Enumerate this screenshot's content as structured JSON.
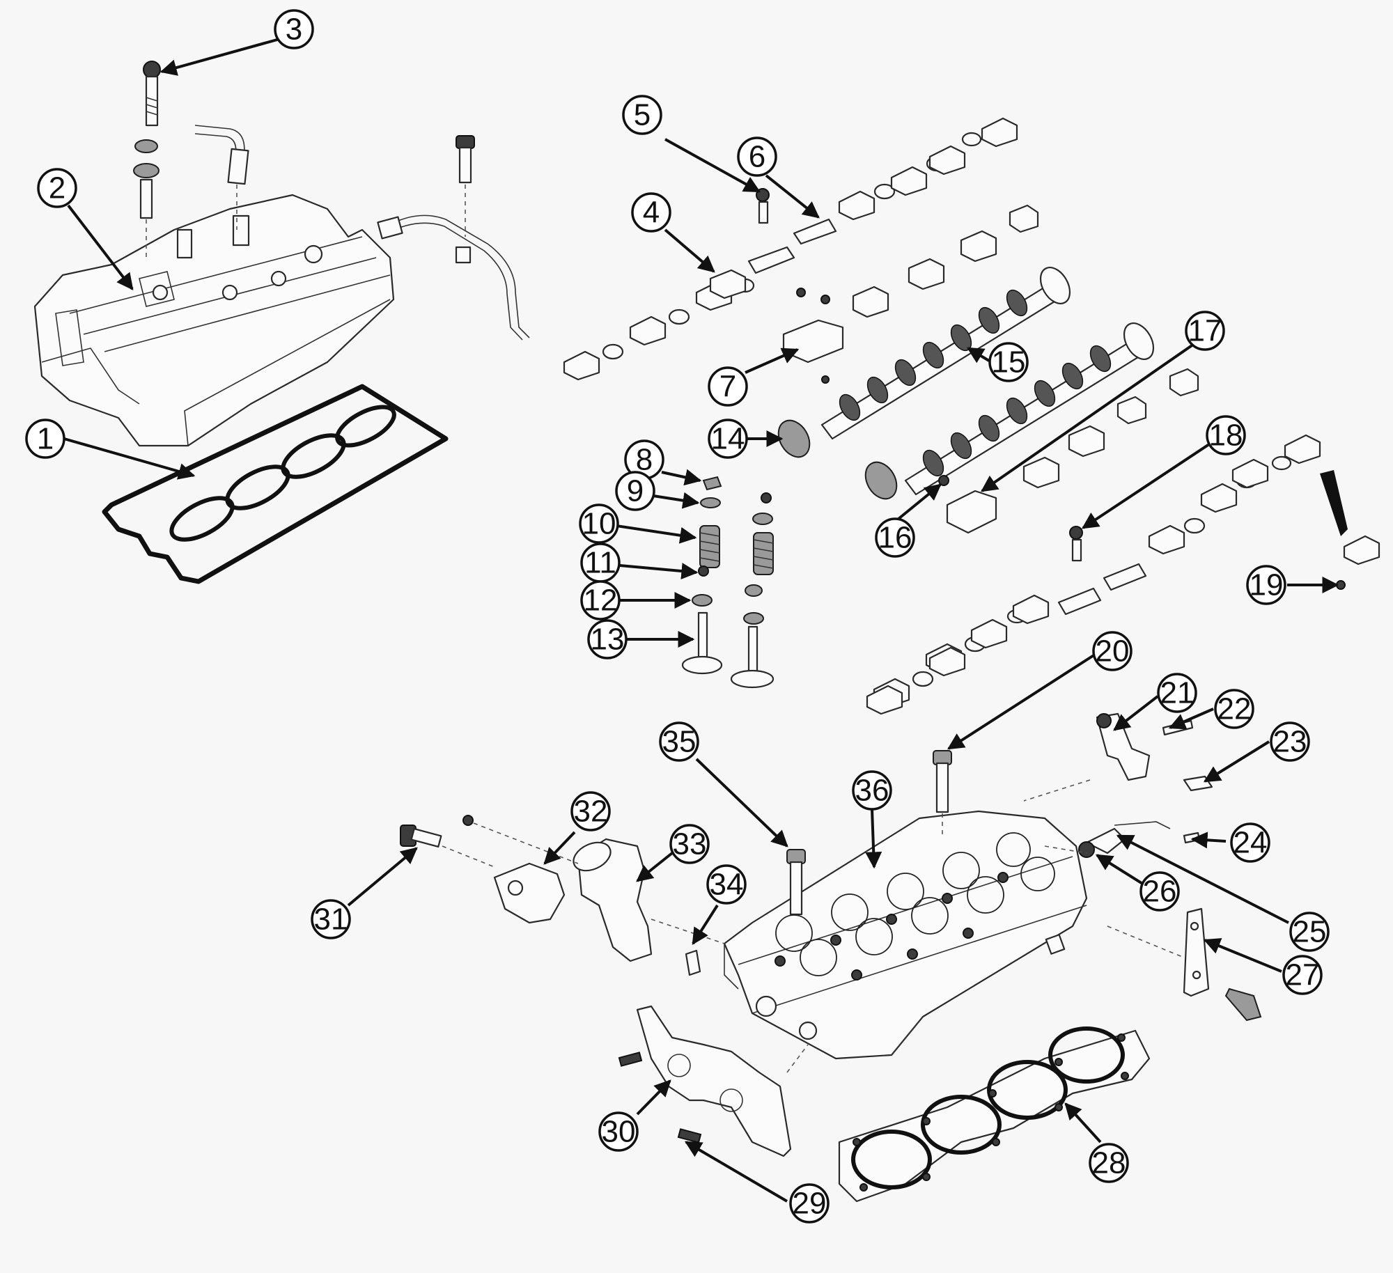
{
  "callouts": [
    {
      "n": "1"
    },
    {
      "n": "2"
    },
    {
      "n": "3"
    },
    {
      "n": "4"
    },
    {
      "n": "5"
    },
    {
      "n": "6"
    },
    {
      "n": "7"
    },
    {
      "n": "8"
    },
    {
      "n": "9"
    },
    {
      "n": "10"
    },
    {
      "n": "11"
    },
    {
      "n": "12"
    },
    {
      "n": "13"
    },
    {
      "n": "14"
    },
    {
      "n": "15"
    },
    {
      "n": "16"
    },
    {
      "n": "17"
    },
    {
      "n": "18"
    },
    {
      "n": "19"
    },
    {
      "n": "20"
    },
    {
      "n": "21"
    },
    {
      "n": "22"
    },
    {
      "n": "23"
    },
    {
      "n": "24"
    },
    {
      "n": "25"
    },
    {
      "n": "26"
    },
    {
      "n": "27"
    },
    {
      "n": "28"
    },
    {
      "n": "29"
    },
    {
      "n": "30"
    },
    {
      "n": "31"
    },
    {
      "n": "32"
    },
    {
      "n": "33"
    },
    {
      "n": "34"
    },
    {
      "n": "35"
    },
    {
      "n": "36"
    }
  ]
}
